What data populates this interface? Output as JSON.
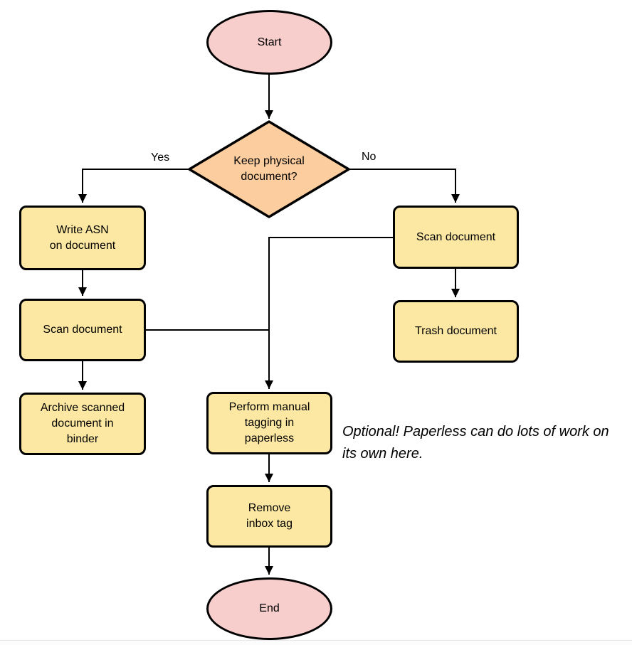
{
  "diagram_type": "flowchart",
  "nodes": {
    "start": {
      "shape": "terminator",
      "label": "Start"
    },
    "decision": {
      "shape": "decision",
      "label": "Keep physical\ndocument?"
    },
    "write_asn": {
      "shape": "process",
      "label": "Write ASN\non document"
    },
    "scan_left": {
      "shape": "process",
      "label": "Scan document"
    },
    "archive": {
      "shape": "process",
      "label": "Archive scanned\ndocument in\nbinder"
    },
    "scan_right": {
      "shape": "process",
      "label": "Scan document"
    },
    "trash": {
      "shape": "process",
      "label": "Trash document"
    },
    "tagging": {
      "shape": "process",
      "label": "Perform manual\ntagging in\npaperless"
    },
    "remove_inbox": {
      "shape": "process",
      "label": "Remove\ninbox tag"
    },
    "end": {
      "shape": "terminator",
      "label": "End"
    }
  },
  "labels": {
    "yes": "Yes",
    "no": "No"
  },
  "note": {
    "text": "Optional! Paperless can do lots of work on\nits own here."
  },
  "edges": [
    {
      "from": "start",
      "to": "decision",
      "label": ""
    },
    {
      "from": "decision",
      "to": "write_asn",
      "label": "Yes"
    },
    {
      "from": "decision",
      "to": "scan_right",
      "label": "No"
    },
    {
      "from": "write_asn",
      "to": "scan_left",
      "label": ""
    },
    {
      "from": "scan_left",
      "to": "archive",
      "label": ""
    },
    {
      "from": "scan_right",
      "to": "trash",
      "label": ""
    },
    {
      "from": "scan_right",
      "to": "tagging",
      "label": ""
    },
    {
      "from": "scan_left",
      "to": "tagging",
      "label": ""
    },
    {
      "from": "tagging",
      "to": "remove_inbox",
      "label": ""
    },
    {
      "from": "remove_inbox",
      "to": "end",
      "label": ""
    }
  ],
  "colors": {
    "terminator_fill": "#f8cecc",
    "decision_fill": "#fccd9e",
    "process_fill": "#fce8a2",
    "stroke": "#000000",
    "background": "#ffffff"
  }
}
